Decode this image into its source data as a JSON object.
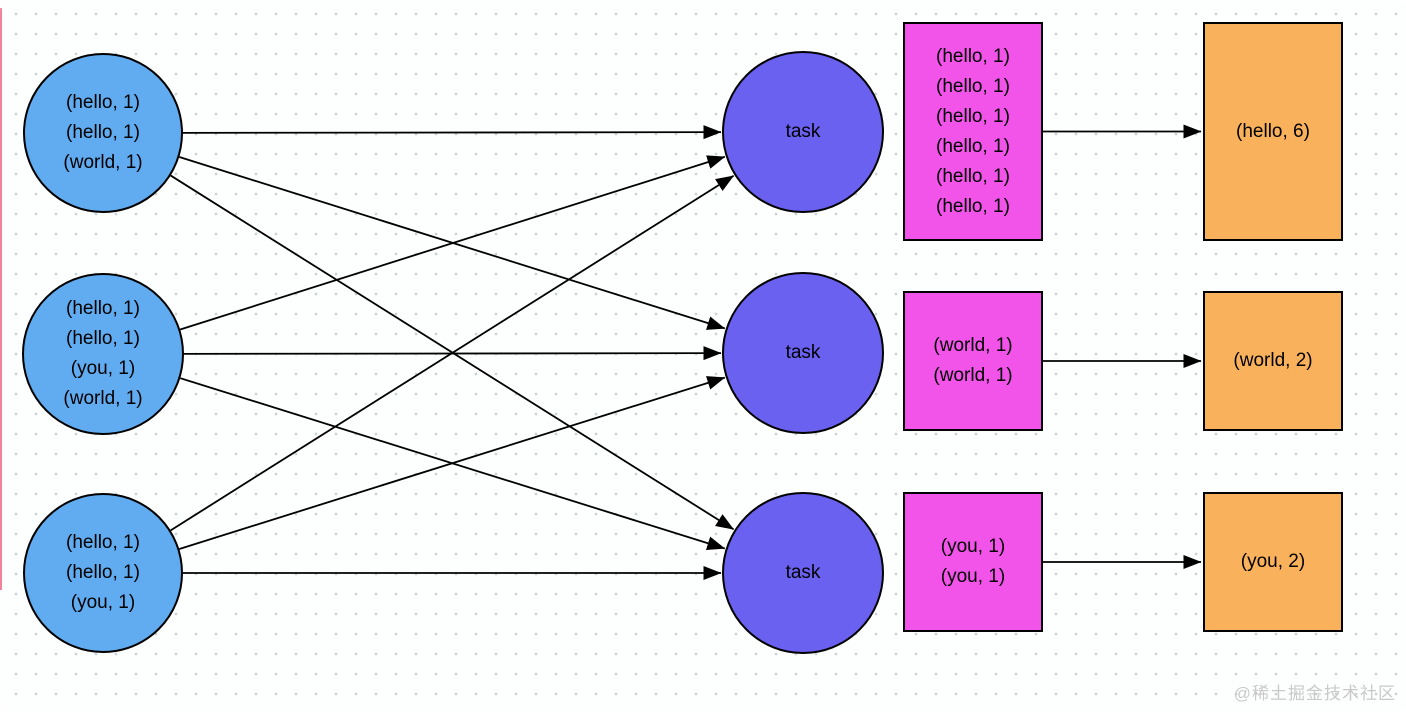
{
  "diagram": {
    "nodes": [
      {
        "id": "src1",
        "lines": [
          "(hello, 1)",
          "(hello, 1)",
          "(world, 1)"
        ],
        "fill": "#61ACF0"
      },
      {
        "id": "src2",
        "lines": [
          "(hello, 1)",
          "(hello, 1)",
          "(you, 1)",
          "(world, 1)"
        ],
        "fill": "#61ACF0"
      },
      {
        "id": "src3",
        "lines": [
          "(hello, 1)",
          "(hello, 1)",
          "(you, 1)"
        ],
        "fill": "#61ACF0"
      },
      {
        "id": "task1",
        "lines": [
          "task"
        ],
        "fill": "#6A61F0"
      },
      {
        "id": "task2",
        "lines": [
          "task"
        ],
        "fill": "#6A61F0"
      },
      {
        "id": "task3",
        "lines": [
          "task"
        ],
        "fill": "#6A61F0"
      },
      {
        "id": "group1",
        "lines": [
          "(hello, 1)",
          "(hello, 1)",
          "(hello, 1)",
          "(hello, 1)",
          "(hello, 1)",
          "(hello, 1)"
        ],
        "fill": "#F254EA"
      },
      {
        "id": "group2",
        "lines": [
          "(world, 1)",
          "(world, 1)"
        ],
        "fill": "#F254EA"
      },
      {
        "id": "group3",
        "lines": [
          "(you, 1)",
          "(you, 1)"
        ],
        "fill": "#F254EA"
      },
      {
        "id": "result1",
        "lines": [
          "(hello, 6)"
        ],
        "fill": "#FAB15C"
      },
      {
        "id": "result2",
        "lines": [
          "(world, 2)"
        ],
        "fill": "#FAB15C"
      },
      {
        "id": "result3",
        "lines": [
          "(you, 2)"
        ],
        "fill": "#FAB15C"
      }
    ],
    "edges": [
      {
        "from": "src1",
        "to": "task1"
      },
      {
        "from": "src1",
        "to": "task2"
      },
      {
        "from": "src1",
        "to": "task3"
      },
      {
        "from": "src2",
        "to": "task1"
      },
      {
        "from": "src2",
        "to": "task2"
      },
      {
        "from": "src2",
        "to": "task3"
      },
      {
        "from": "src3",
        "to": "task1"
      },
      {
        "from": "src3",
        "to": "task2"
      },
      {
        "from": "src3",
        "to": "task3"
      },
      {
        "from": "group1",
        "to": "result1"
      },
      {
        "from": "group2",
        "to": "result2"
      },
      {
        "from": "group3",
        "to": "result3"
      }
    ],
    "edge_color": "#000000",
    "node_border_color": "#000000"
  },
  "watermark": {
    "text": "@稀土掘金技术社区"
  }
}
